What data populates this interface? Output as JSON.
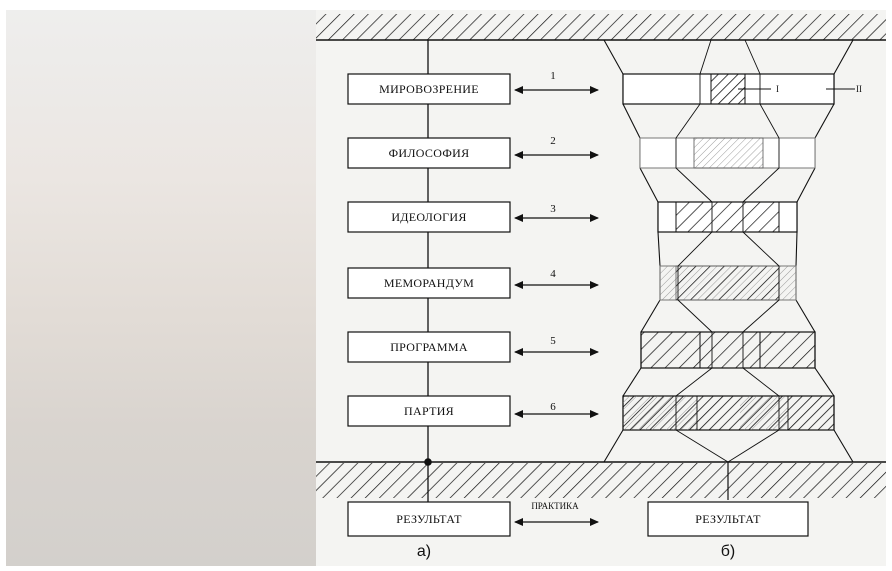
{
  "left_panel": {
    "boxes": [
      {
        "label": "МИРОВОЗРЕНИЕ",
        "number": "1"
      },
      {
        "label": "ФИЛОСОФИЯ",
        "number": "2"
      },
      {
        "label": "ИДЕОЛОГИЯ",
        "number": "3"
      },
      {
        "label": "МЕМОРАНДУМ",
        "number": "4"
      },
      {
        "label": "ПРОГРАММА",
        "number": "5"
      },
      {
        "label": "ПАРТИЯ",
        "number": "6"
      }
    ],
    "result_label": "РЕЗУЛЬТАТ",
    "practice_label": "ПРАКТИКА",
    "caption": "а)"
  },
  "right_panel": {
    "marker_one": "I",
    "marker_two": "II",
    "result_label": "РЕЗУЛЬТАТ",
    "caption": "б)"
  },
  "colors": {
    "ink": "#111111",
    "panel_background": "#f4f4f2",
    "backdrop": "#e6e1dc"
  }
}
